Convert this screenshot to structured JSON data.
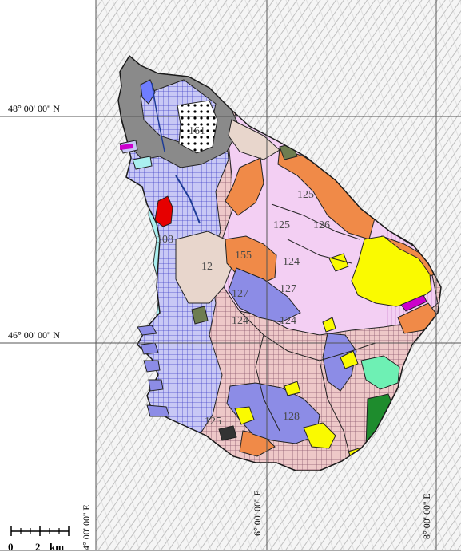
{
  "graticule": {
    "lat_north": "48° 00' 00'' N",
    "lat_south": "46° 00' 00'' N",
    "lon_west": "4° 00' 00'' E",
    "lon_mid": "6° 00' 00'' E",
    "lon_east": "8° 00' 00'' E"
  },
  "scale_bar": {
    "tick_0": "0",
    "tick_2": "2",
    "unit": "km"
  },
  "map_unit_labels": {
    "u161": "161",
    "u125a": "125",
    "u125b": "125",
    "u125c": "125",
    "u124a": "124",
    "u124b": "124",
    "u124c": "124",
    "u127a": "127",
    "u127b": "127",
    "u128": "128",
    "u126": "126",
    "u108": "108",
    "u155": "155",
    "u12": "12"
  },
  "colors": {
    "orange": "#f08a48",
    "lilac": "#f0c8f0",
    "periwinkle": "#8c8ce6",
    "grey": "#8a8a8a",
    "yellow": "#fafa00",
    "tan": "#e6d2c8",
    "cyan": "#aaf0f0",
    "green": "#1e8c2d",
    "mint": "#6ef0b4",
    "red": "#e60000",
    "olive": "#6e7d50"
  }
}
